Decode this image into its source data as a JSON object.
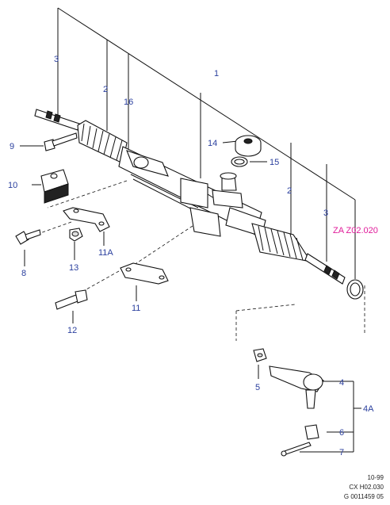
{
  "callouts": {
    "c1": "1",
    "c2a": "2",
    "c2b": "2",
    "c3a": "3",
    "c3b": "3",
    "c4": "4",
    "c4a": "4A",
    "c5": "5",
    "c6": "6",
    "c7": "7",
    "c8": "8",
    "c9": "9",
    "c10": "10",
    "c11": "11",
    "c11a": "11A",
    "c12": "12",
    "c13": "13",
    "c14": "14",
    "c15": "15",
    "c16": "16"
  },
  "reference_code": "ZA Z02.020",
  "footer": {
    "date": "10-99",
    "code": "CX H02.030",
    "drawing_no": "G 0011459 05"
  },
  "colors": {
    "callout": "#2a3f9e",
    "reference": "#e01b9a",
    "lines": "#111111"
  }
}
